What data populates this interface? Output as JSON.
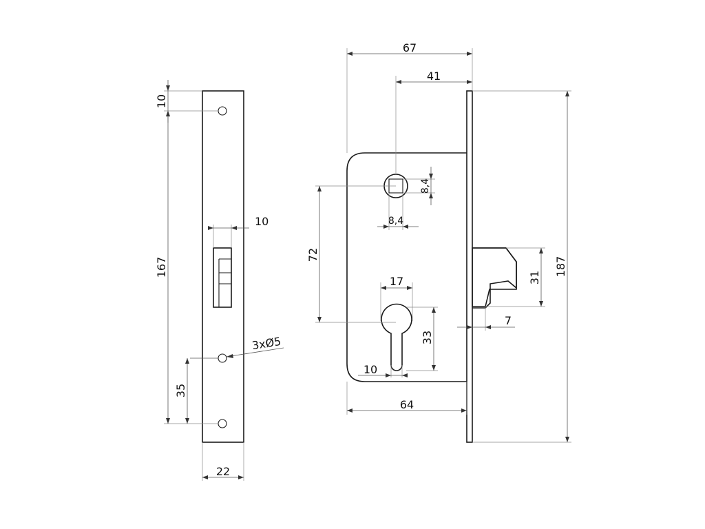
{
  "front_plate": {
    "dims": {
      "top_hole_offset": "10",
      "height": "167",
      "slot_width": "10",
      "holes": "3xØ5",
      "bottom_hole_offset": "35",
      "width": "22"
    }
  },
  "lock_body": {
    "dims": {
      "overall_depth": "67",
      "backset": "41",
      "spindle_square_v": "8,4",
      "spindle_square_h": "8,4",
      "centre_distance": "72",
      "cylinder_width": "17",
      "cylinder_height": "33",
      "cylinder_bottom_width": "10",
      "case_depth": "64",
      "hook_height": "31",
      "hook_projection": "7",
      "faceplate_height": "187"
    }
  },
  "colors": {
    "line": "#1a1a1a",
    "dimension": "#555555",
    "background": "#ffffff"
  }
}
